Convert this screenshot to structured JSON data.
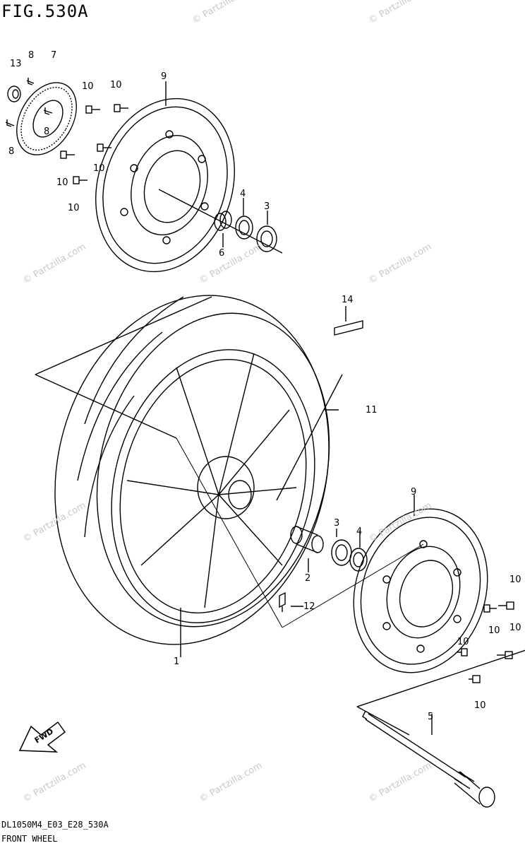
{
  "figure": {
    "title": "FIG.530A",
    "model_code": "DL1050M4_E03_E28_530A",
    "name": "FRONT WHEEL"
  },
  "watermark": "© Partzilla.com",
  "fwd_badge": "FWD",
  "callouts": [
    {
      "number": "13"
    },
    {
      "number": "8"
    },
    {
      "number": "7"
    },
    {
      "number": "8"
    },
    {
      "number": "8"
    },
    {
      "number": "10"
    },
    {
      "number": "10"
    },
    {
      "number": "10"
    },
    {
      "number": "10"
    },
    {
      "number": "10"
    },
    {
      "number": "9"
    },
    {
      "number": "4"
    },
    {
      "number": "3"
    },
    {
      "number": "6"
    },
    {
      "number": "14"
    },
    {
      "number": "11"
    },
    {
      "number": "1"
    },
    {
      "number": "2"
    },
    {
      "number": "3"
    },
    {
      "number": "4"
    },
    {
      "number": "12"
    },
    {
      "number": "9"
    },
    {
      "number": "10"
    },
    {
      "number": "10"
    },
    {
      "number": "10"
    },
    {
      "number": "10"
    },
    {
      "number": "10"
    },
    {
      "number": "5"
    }
  ],
  "colors": {
    "line": "#000000",
    "watermark": "#c8c8c8",
    "background": "#ffffff"
  }
}
